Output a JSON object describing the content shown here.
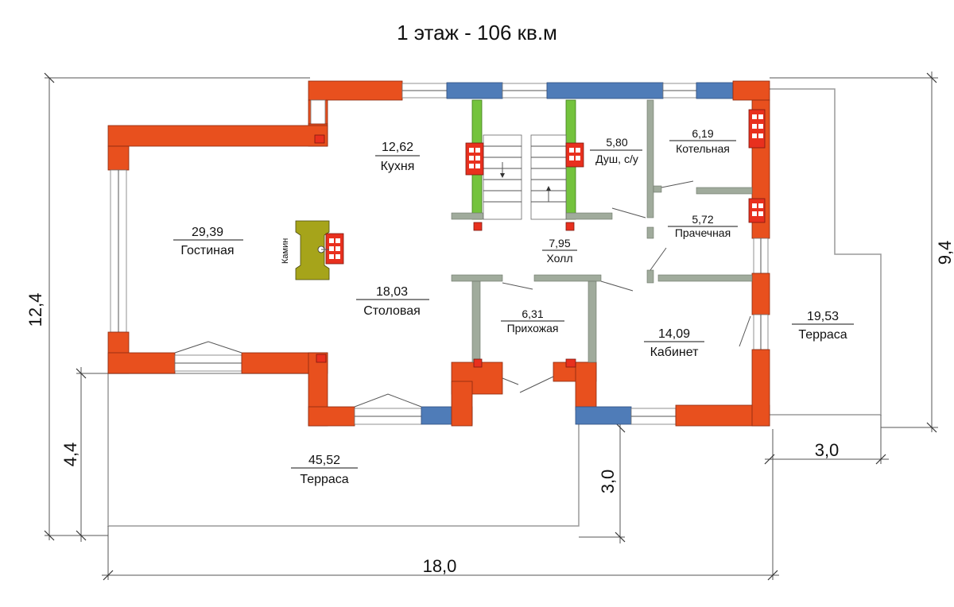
{
  "title": "1 этаж - 106 кв.м",
  "rooms": {
    "kitchen": {
      "area": "12,62",
      "name": "Кухня"
    },
    "living": {
      "area": "29,39",
      "name": "Гостиная"
    },
    "dining": {
      "area": "18,03",
      "name": "Столовая"
    },
    "shower": {
      "area": "5,80",
      "name": "Душ, с/у"
    },
    "boiler": {
      "area": "6,19",
      "name": "Котельная"
    },
    "laundry": {
      "area": "5,72",
      "name": "Прачечная"
    },
    "hall": {
      "area": "7,95",
      "name": "Холл"
    },
    "entrance": {
      "area": "6,31",
      "name": "Прихожая"
    },
    "office": {
      "area": "14,09",
      "name": "Кабинет"
    },
    "terrace_right": {
      "area": "19,53",
      "name": "Терраса"
    },
    "terrace_bottom": {
      "area": "45,52",
      "name": "Терраса"
    }
  },
  "fireplace_label": "Камин",
  "dimensions": {
    "total_width": "18,0",
    "total_depth": "12,4",
    "right_depth": "9,4",
    "terrace_depth": "4,4",
    "entry_offset": "3,0",
    "terrace_width": "3,0"
  },
  "colors": {
    "outer_wall": "#e8501e",
    "window_blue": "#4f7cb8",
    "partition": "#a0ab9c",
    "stair_wall": "#74c33d",
    "chimney": "#e8301e",
    "fireplace": "#a6a41a"
  }
}
